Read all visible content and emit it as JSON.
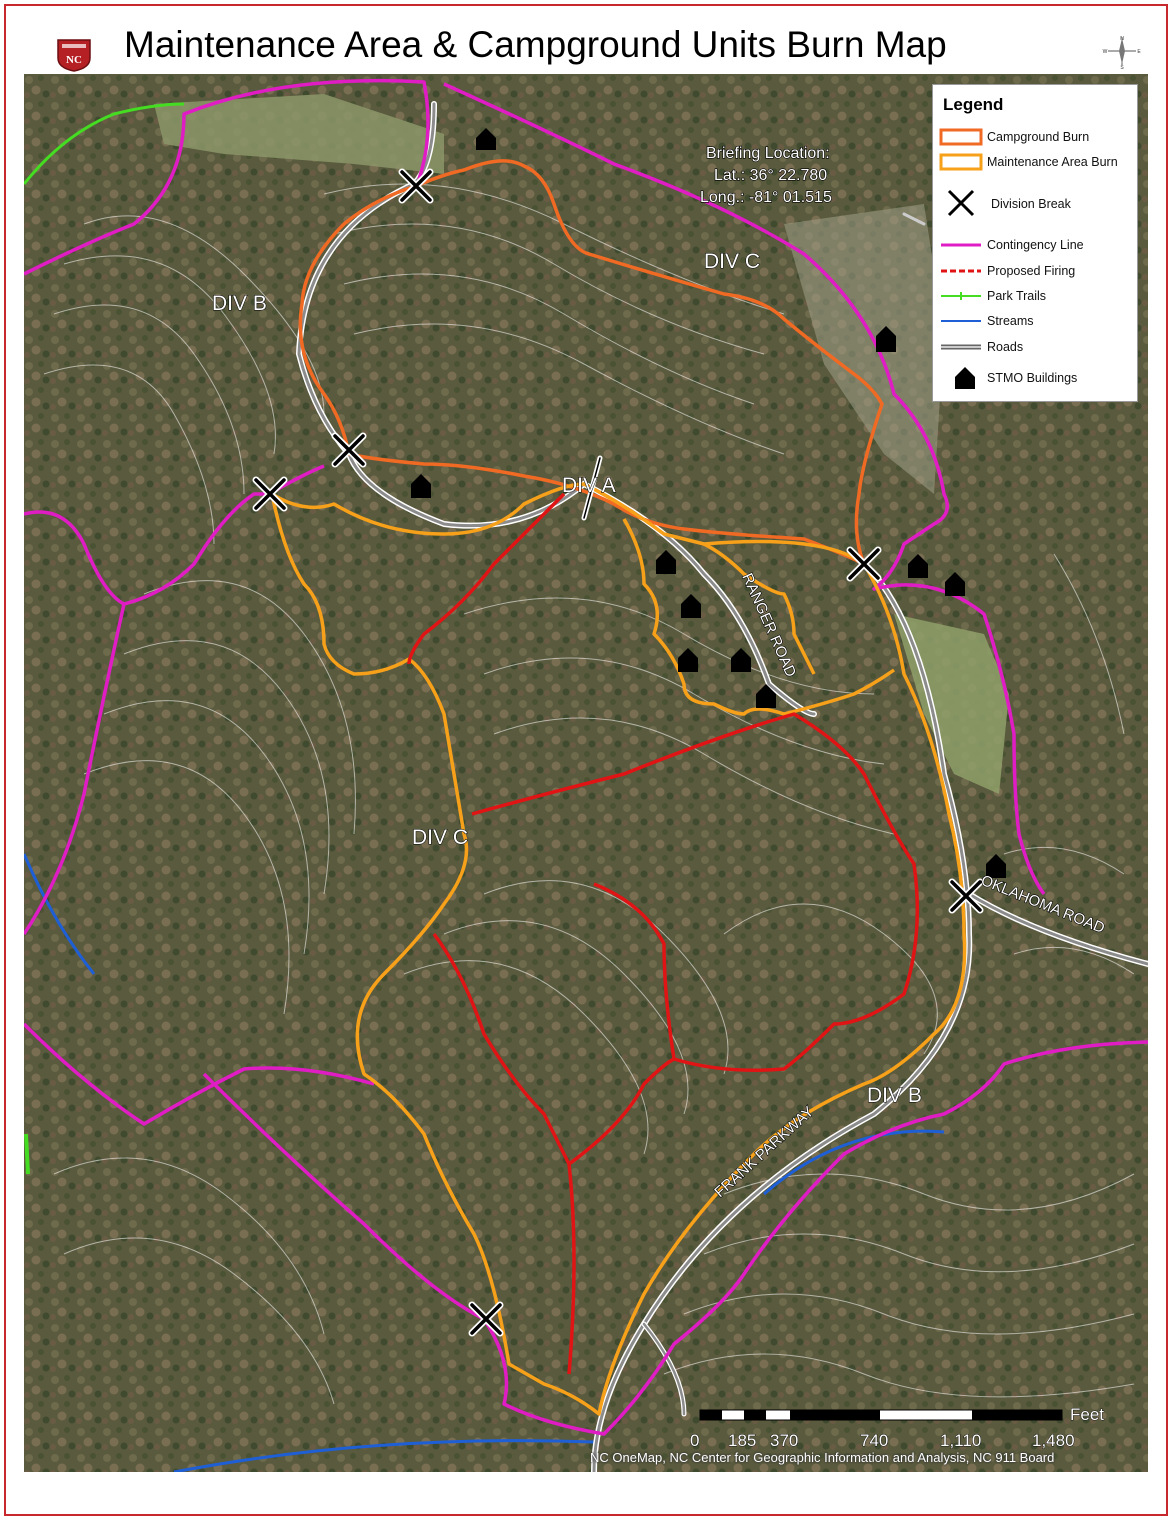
{
  "title": "Maintenance Area & Campground Units Burn Map",
  "logo_text": "NC",
  "compass": {
    "n": "N",
    "s": "S",
    "e": "E",
    "w": "W"
  },
  "briefing": {
    "line1": "Briefing Location:",
    "line2": "Lat.: 36° 22.780",
    "line3": "Long.: -81° 01.515"
  },
  "labels": {
    "div_b_top": "DIV B",
    "div_c_top": "DIV C",
    "div_a": "DIV A",
    "div_c_mid": "DIV C",
    "div_b_bottom": "DIV B",
    "ranger_road": "RANGER ROAD",
    "oklahoma_road": "OKLAHOMA ROAD",
    "frank_parkway": "FRANK PARKWAY"
  },
  "legend": {
    "title": "Legend",
    "items": [
      {
        "label": "Campground Burn",
        "color": "#f06a24"
      },
      {
        "label": "Maintenance Area Burn",
        "color": "#f7a11a"
      },
      {
        "label": "Division Break",
        "color": "#000000"
      },
      {
        "label": "Contingency Line",
        "color": "#e01cc4"
      },
      {
        "label": "Proposed Firing",
        "color": "#e01414"
      },
      {
        "label": "Park Trails",
        "color": "#44dd22"
      },
      {
        "label": "Streams",
        "color": "#1f5fd6"
      },
      {
        "label": "Roads",
        "color": "#888888"
      },
      {
        "label": "STMO Buildings",
        "color": "#000000"
      }
    ]
  },
  "scale": {
    "unit": "Feet",
    "ticks": [
      "0",
      "185",
      "370",
      "740",
      "1,110",
      "1,480"
    ]
  },
  "credit": "NC OneMap, NC Center for Geographic Information and Analysis, NC 911 Board"
}
